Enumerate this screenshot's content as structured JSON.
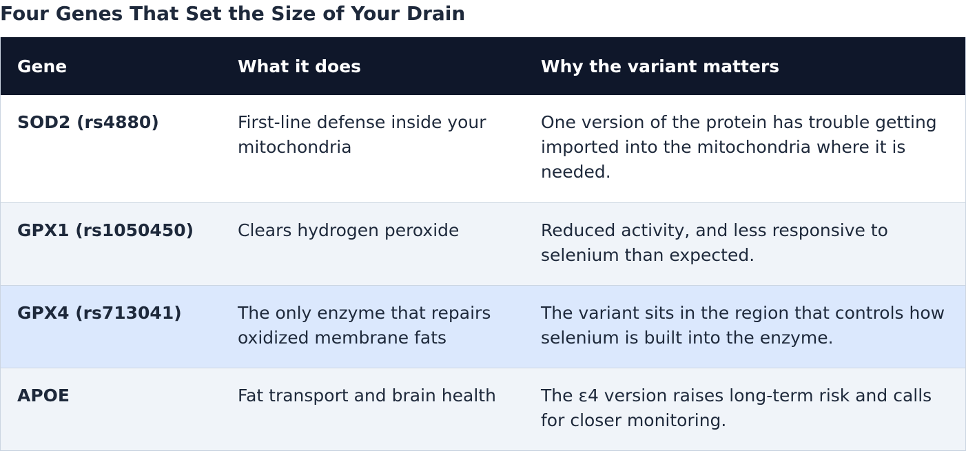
{
  "title": "Four Genes That Set the Size of Your Drain",
  "table": {
    "headers": [
      "Gene",
      "What it does",
      "Why the variant matters"
    ],
    "rows": [
      {
        "gene": "SOD2 (rs4880)",
        "function": "First-line defense inside your mitochondria",
        "why": "One version of the protein has trouble getting imported into the mitochondria where it is needed."
      },
      {
        "gene": "GPX1 (rs1050450)",
        "function": "Clears hydrogen peroxide",
        "why": "Reduced activity, and less responsive to selenium than expected."
      },
      {
        "gene": "GPX4 (rs713041)",
        "function": "The only enzyme that repairs oxidized membrane fats",
        "why": "The variant sits in the region that controls how selenium is built into the enzyme."
      },
      {
        "gene": "APOE",
        "function": "Fat transport and brain health",
        "why": "The ε4 version raises long-term risk and calls for closer monitoring."
      }
    ]
  },
  "colors": {
    "header_bg": "#0f172a",
    "text": "#1e293b",
    "row_alt": "#f0f4f9",
    "row_highlight": "#dbe8fd",
    "border": "#cbd5e1"
  }
}
